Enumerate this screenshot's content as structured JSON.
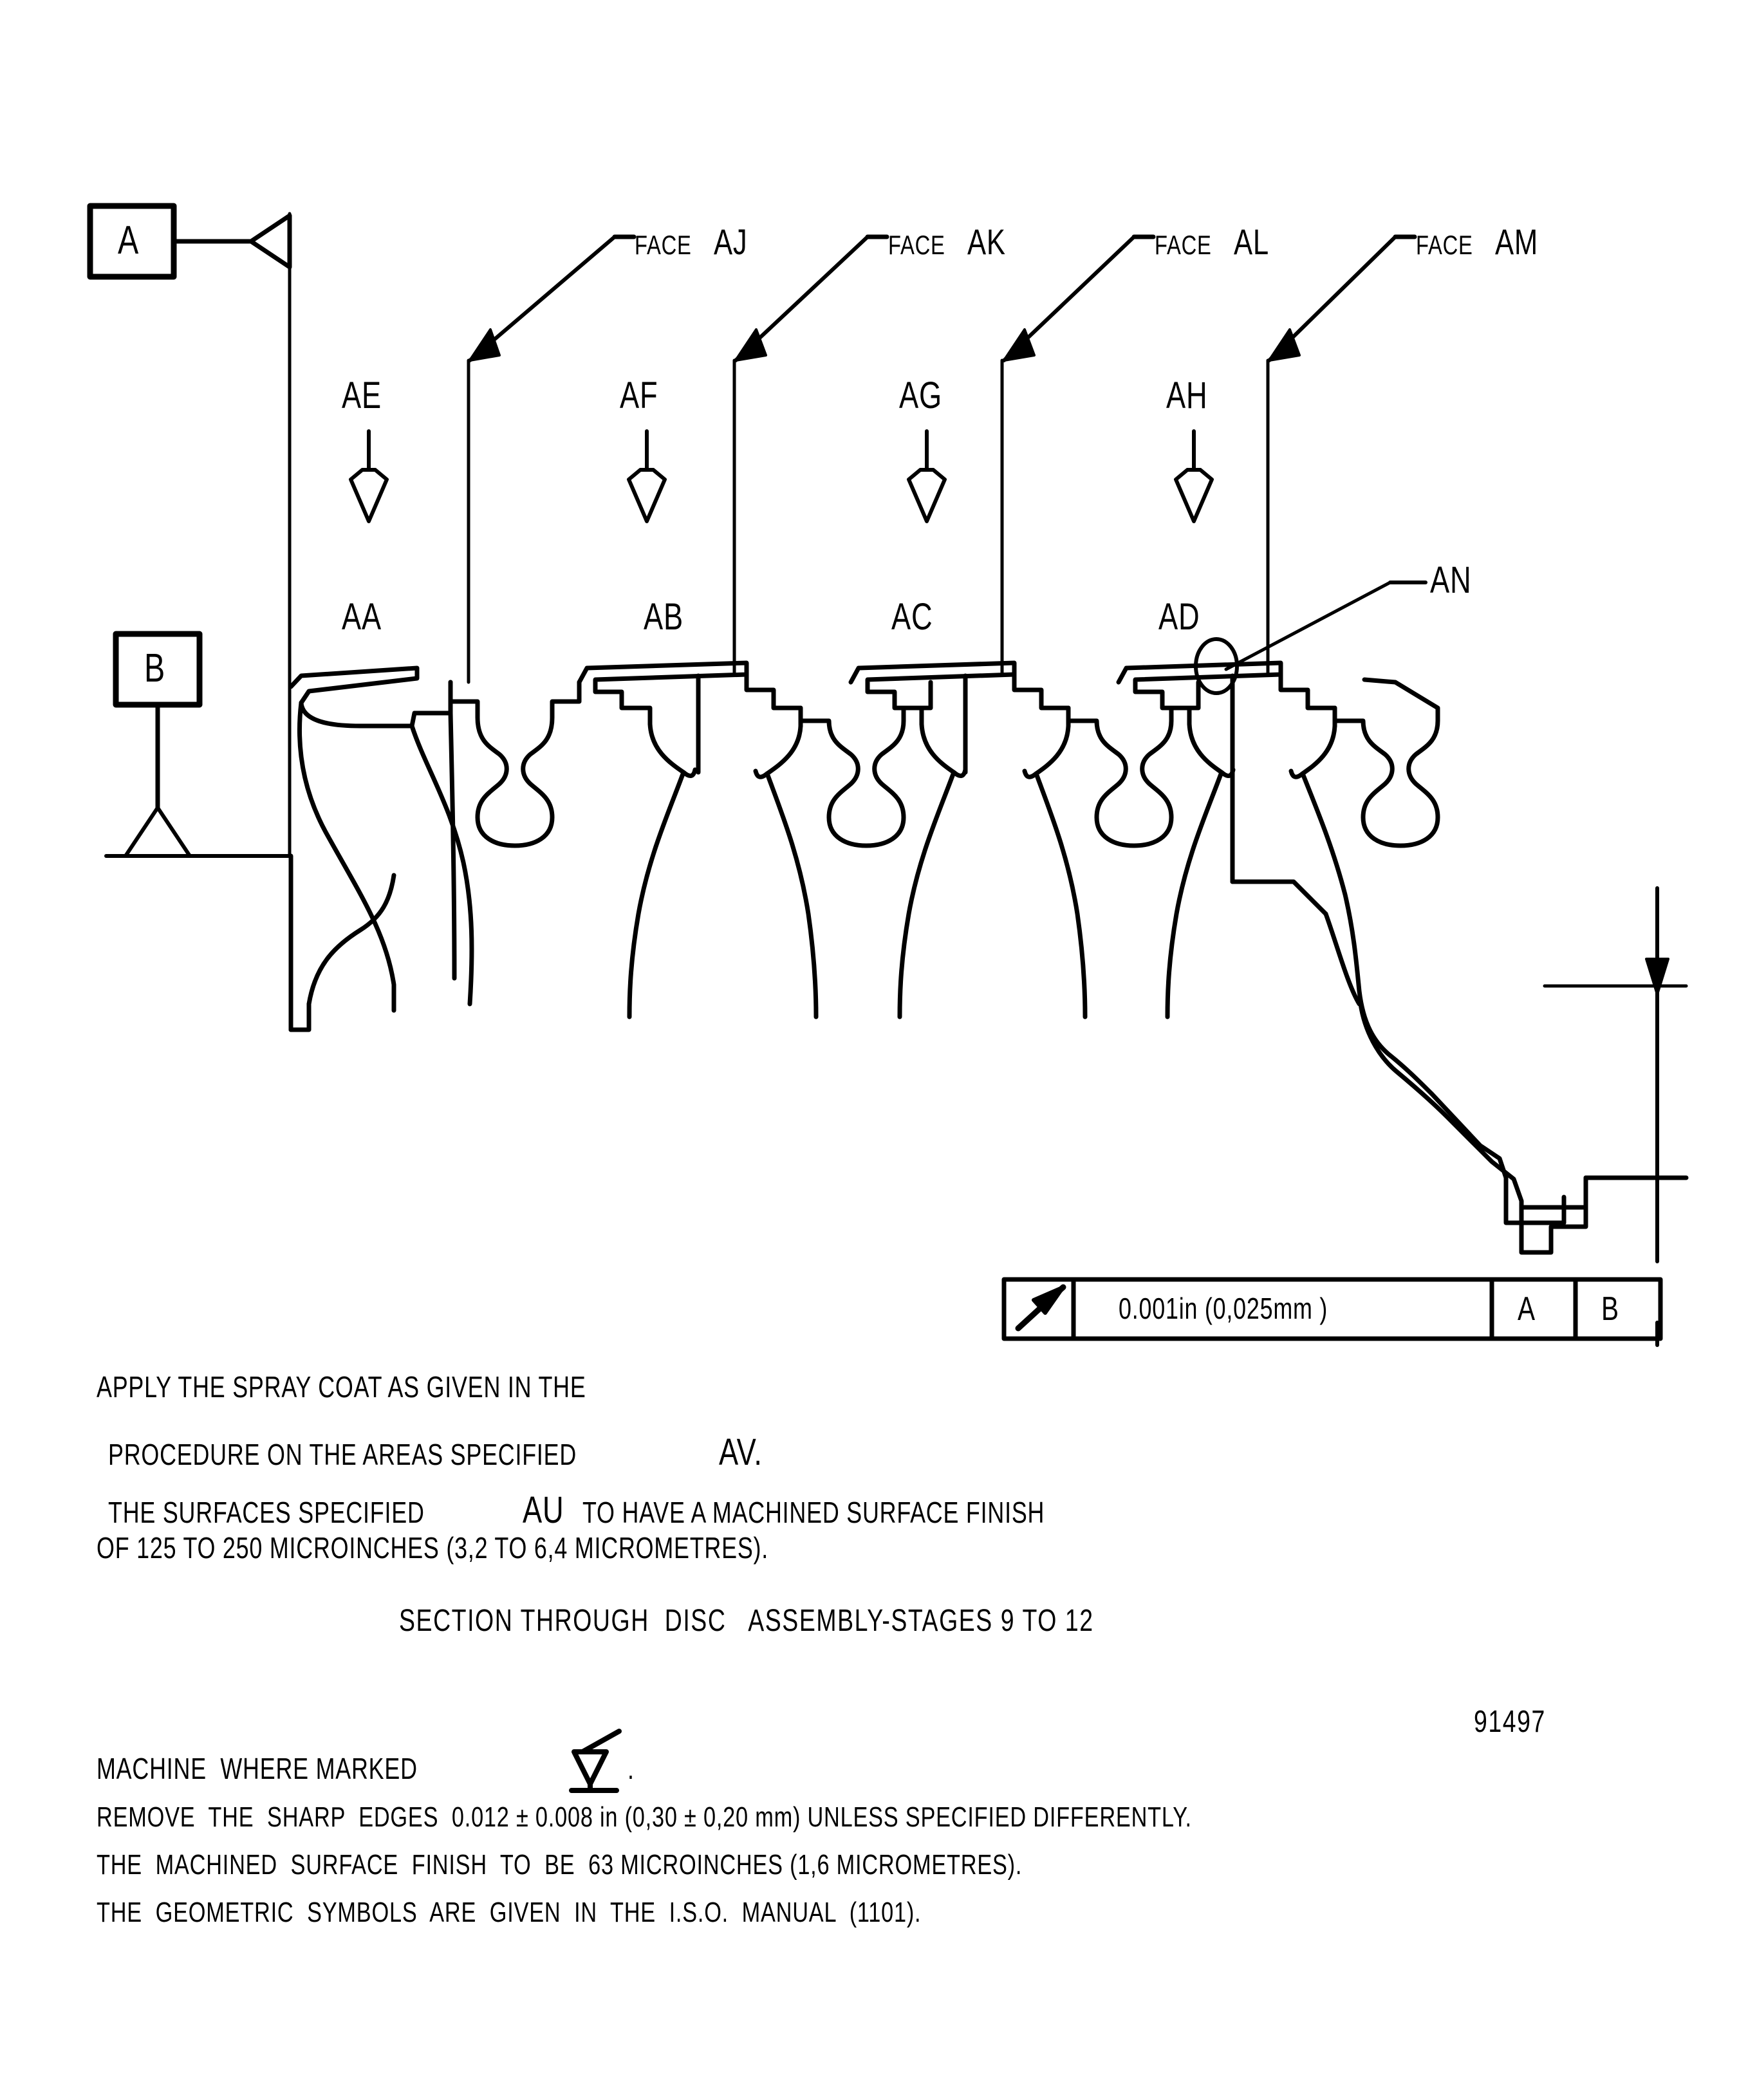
{
  "drawing": {
    "title_line": "SECTION THROUGH  DISC   ASSEMBLY-STAGES 9 TO 12",
    "part_number": "91497"
  },
  "datums": [
    {
      "id": "datum-a",
      "label": "A"
    },
    {
      "id": "datum-b",
      "label": "B"
    }
  ],
  "face_callouts": [
    {
      "prefix": "FACE",
      "code": "AJ"
    },
    {
      "prefix": "FACE",
      "code": "AK"
    },
    {
      "prefix": "FACE",
      "code": "AL"
    },
    {
      "prefix": "FACE",
      "code": "AM"
    }
  ],
  "arrow_labels": [
    {
      "code": "AE"
    },
    {
      "code": "AF"
    },
    {
      "code": "AG"
    },
    {
      "code": "AH"
    }
  ],
  "area_labels": [
    {
      "code": "AA"
    },
    {
      "code": "AB"
    },
    {
      "code": "AC"
    },
    {
      "code": "AD"
    }
  ],
  "detail_callouts": [
    {
      "code": "AN"
    }
  ],
  "feature_control_frame": {
    "symbol_name": "circular-runout-symbol",
    "tolerance": "0.001in (0,025mm )",
    "datum_primary": "A",
    "datum_secondary": "B"
  },
  "notes_upper": [
    "APPLY THE SPRAY COAT AS GIVEN IN THE",
    "PROCEDURE ON THE AREAS SPECIFIED",
    "AV.",
    "THE SURFACES SPECIFIED",
    "AU",
    "TO HAVE A MACHINED SURFACE FINISH",
    "OF 125 TO 250 MICROINCHES (3,2 TO 6,4 MICROMETRES)."
  ],
  "notes_upper_lines": {
    "line1": "APPLY THE SPRAY COAT AS GIVEN IN THE",
    "line2_a": "PROCEDURE ON THE AREAS SPECIFIED",
    "line2_b": "AV.",
    "line3_a": "THE SURFACES SPECIFIED",
    "line3_b": "AU",
    "line3_c": "TO HAVE A MACHINED SURFACE FINISH",
    "line4": "OF 125 TO 250 MICROINCHES (3,2 TO 6,4 MICROMETRES)."
  },
  "notes_lower": {
    "line1_a": "MACHINE  WHERE MARKED",
    "line1_symbol": "machining-symbol",
    "line1_b": ".",
    "line2": "REMOVE  THE  SHARP  EDGES  0.012 ± 0.008 in (0,30 ± 0,20 mm) UNLESS SPECIFIED DIFFERENTLY.",
    "line3": "THE  MACHINED  SURFACE  FINISH  TO  BE  63 MICROINCHES (1,6 MICROMETRES).",
    "line4": "THE  GEOMETRIC  SYMBOLS  ARE  GIVEN  IN  THE  I.S.O.  MANUAL  (1101)."
  },
  "colors": {
    "ink": "#000000",
    "paper": "#ffffff"
  }
}
